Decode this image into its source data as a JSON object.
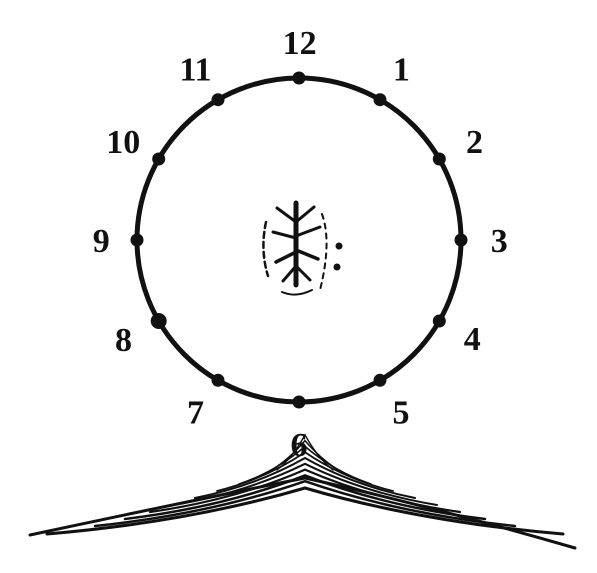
{
  "diagram": {
    "positions": [
      "12",
      "1",
      "2",
      "3",
      "4",
      "5",
      "6",
      "7",
      "8",
      "9",
      "10",
      "11"
    ],
    "ink_color": "#111111",
    "background_color": "#ffffff",
    "center_figure": "stylized-tree-sketch",
    "base_figure": "hatched-mound"
  }
}
